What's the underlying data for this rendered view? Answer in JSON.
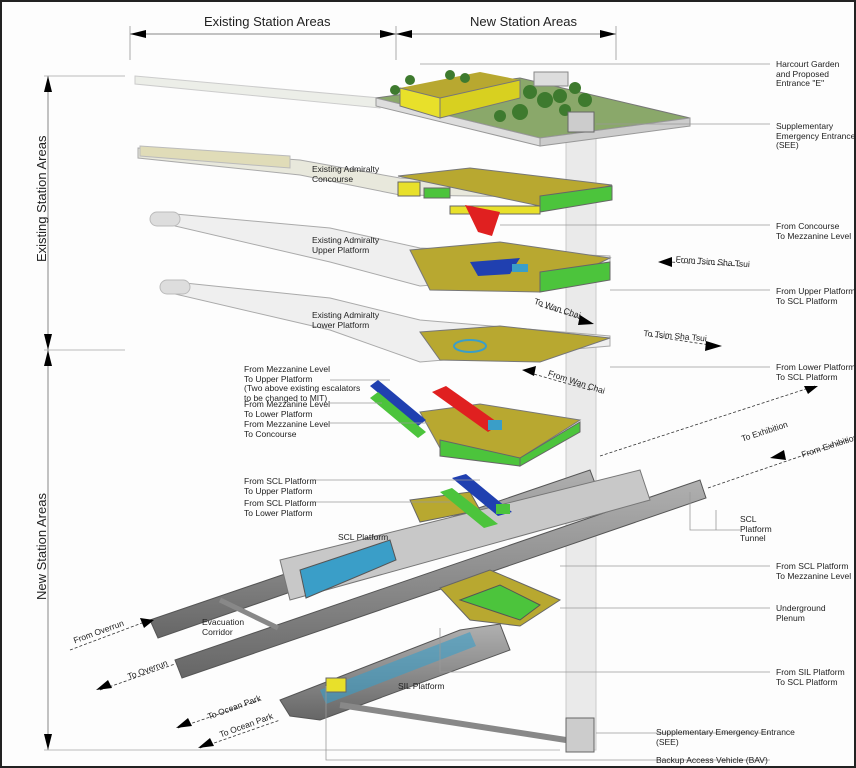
{
  "headers": {
    "top_left": "Existing Station Areas",
    "top_right": "New Station Areas",
    "side_top": "Existing Station Areas",
    "side_bottom": "New Station Areas"
  },
  "levels": {
    "concourse": "Existing Admiralty\nConcourse",
    "upper_platform": "Existing Admiralty\nUpper Platform",
    "lower_platform": "Existing Admiralty\nLower Platform",
    "scl_platform": "SCL Platform",
    "sil_platform": "SIL Platform",
    "evacuation_corridor": "Evacuation\nCorridor"
  },
  "callouts_right": [
    "Harcourt Garden\nand Proposed\nEntrance \"E\"",
    "Supplementary Emergency Entrance\n(SEE)",
    "From Concourse\nTo Mezzanine Level",
    "From Upper Platform\nTo SCL Platform",
    "From Lower Platform\nTo SCL Platform",
    "SCL\nPlatform\nTunnel",
    "From SCL Platform\nTo Mezzanine Level",
    "Underground\nPlenum",
    "From SIL Platform\nTo SCL Platform",
    "Supplementary Emergency Entrance\n(SEE)",
    "Backup Access Vehicle (BAV)"
  ],
  "callouts_left": [
    "From Mezzanine Level\nTo Upper Platform\n(Two above existing escalators\nto be changed to MIT)",
    "From Mezzanine Level\nTo Lower Platform",
    "From Mezzanine Level\nTo Concourse",
    "From SCL Platform\nTo Upper Platform",
    "From SCL Platform\nTo Lower Platform"
  ],
  "directions": [
    "From Tsim Sha Tsui",
    "To Wan Chai",
    "To Tsim Sha Tsui",
    "From Wan Chai",
    "To Exhibition",
    "From Exhibition",
    "From Overrun",
    "To Overrun",
    "To Ocean Park",
    "To Ocean Park"
  ],
  "colors": {
    "yellow": "#e8e02a",
    "olive": "#b8a830",
    "green": "#4cc43c",
    "blue": "#2040b0",
    "red": "#e02020",
    "cyan": "#3a9ec8",
    "tunnel": "#8a8a8a",
    "grass": "#8aa86a",
    "line": "#999999"
  }
}
